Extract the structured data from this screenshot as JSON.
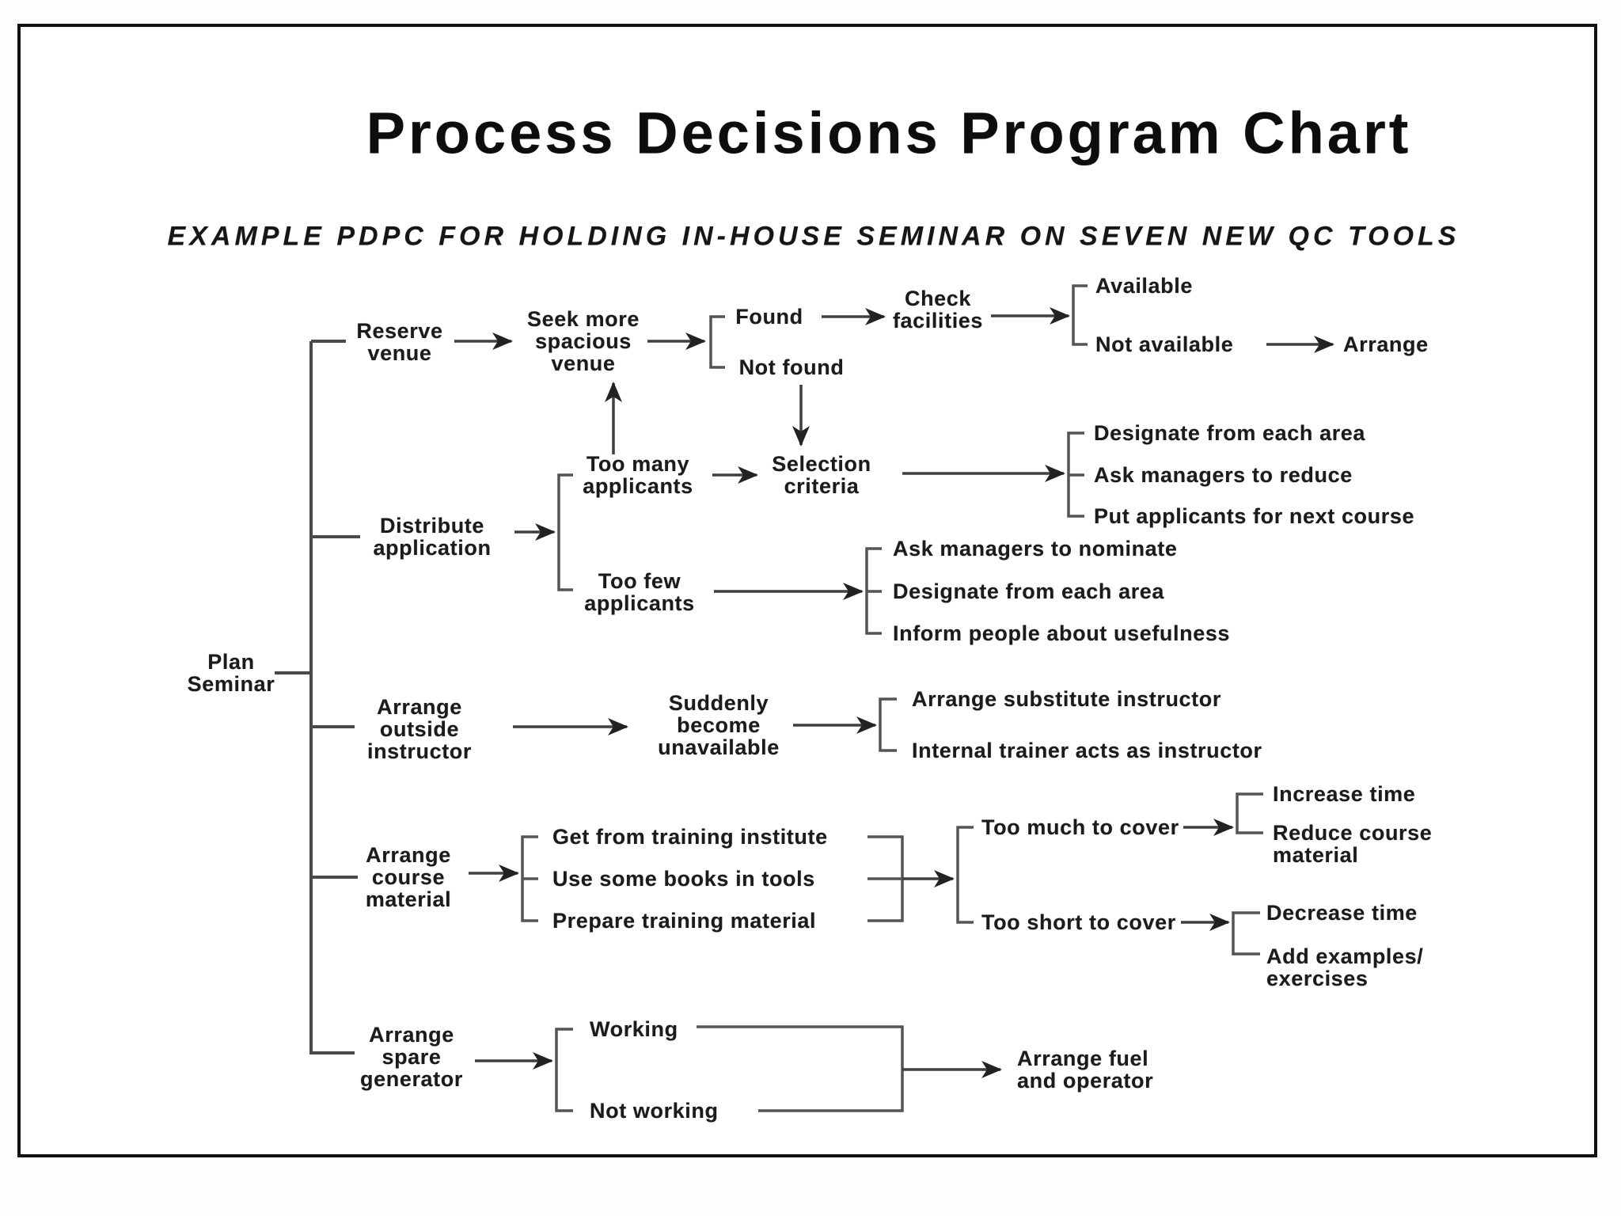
{
  "title": "Process Decisions Program Chart",
  "subtitle": "EXAMPLE PDPC FOR HOLDING IN-HOUSE SEMINAR ON SEVEN NEW QC TOOLS",
  "nodes": {
    "plan_seminar": "Plan\nSeminar",
    "reserve_venue": "Reserve\nvenue",
    "seek_venue": "Seek more\nspacious\nvenue",
    "found": "Found",
    "not_found": "Not found",
    "check_facilities": "Check\nfacilities",
    "available": "Available",
    "not_available": "Not available",
    "arrange": "Arrange",
    "distribute_application": "Distribute\napplication",
    "too_many": "Too many\napplicants",
    "selection_criteria": "Selection\ncriteria",
    "designate_each_area_1": "Designate from each area",
    "ask_managers_reduce": "Ask managers to reduce",
    "put_applicants_next": "Put applicants for next course",
    "too_few": "Too few\napplicants",
    "ask_managers_nominate": "Ask managers to nominate",
    "designate_each_area_2": "Designate from each area",
    "inform_people": "Inform people about usefulness",
    "arrange_outside_instructor": "Arrange\noutside\ninstructor",
    "suddenly_unavailable": "Suddenly\nbecome\nunavailable",
    "arrange_substitute": "Arrange substitute instructor",
    "internal_trainer": "Internal trainer acts as instructor",
    "arrange_course_material": "Arrange\ncourse\nmaterial",
    "get_training_institute": "Get from training institute",
    "use_books": "Use some books in tools",
    "prepare_material": "Prepare training material",
    "too_much": "Too much to cover",
    "too_short": "Too short to cover",
    "increase_time": "Increase time",
    "reduce_course": "Reduce course\nmaterial",
    "decrease_time": "Decrease time",
    "add_examples": "Add examples/\nexercises",
    "arrange_spare_generator": "Arrange\nspare\ngenerator",
    "working": "Working",
    "not_working": "Not working",
    "arrange_fuel": "Arrange fuel\nand operator"
  },
  "structure": {
    "root": "Plan Seminar",
    "branches": [
      {
        "step": "Reserve venue",
        "risk": "Seek more spacious venue",
        "outcomes": [
          "Found -> Check facilities -> Available / Not available -> Arrange",
          "Not found -> Selection criteria"
        ]
      },
      {
        "step": "Distribute application",
        "outcomes": [
          "Too many applicants -> Selection criteria -> Designate from each area / Ask managers to reduce / Put applicants for next course",
          "Too few applicants -> Ask managers to nominate / Designate from each area / Inform people about usefulness"
        ]
      },
      {
        "step": "Arrange outside instructor",
        "risk": "Suddenly become unavailable",
        "outcomes": [
          "Arrange substitute instructor",
          "Internal trainer acts as instructor"
        ]
      },
      {
        "step": "Arrange course material",
        "options": [
          "Get from training institute",
          "Use some books in tools",
          "Prepare training material"
        ],
        "outcomes": [
          "Too much to cover -> Increase time / Reduce course material",
          "Too short to cover -> Decrease time / Add examples/exercises"
        ]
      },
      {
        "step": "Arrange spare generator",
        "outcomes": [
          "Working",
          "Not working -> Arrange fuel and operator"
        ]
      }
    ]
  },
  "colors": {
    "line": "#3f3f3f",
    "bracket": "#545454",
    "text": "#1b1b1b",
    "border": "#111111"
  }
}
